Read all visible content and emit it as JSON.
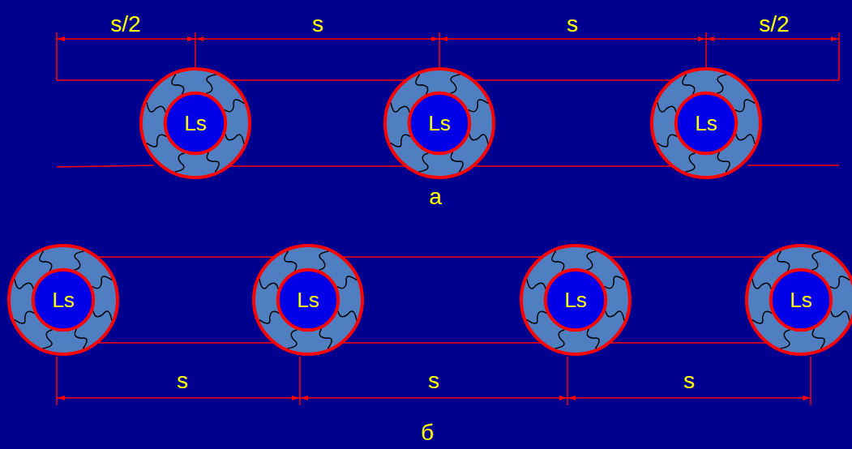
{
  "diagram": {
    "nodes": [
      {
        "text": [
          "Ls"
        ]
      },
      {
        "text": [
          "Ls"
        ]
      },
      {
        "text": [
          "Ls"
        ]
      },
      {
        "text": [
          "Ls"
        ]
      },
      {
        "text": [
          "Ls"
        ]
      },
      {
        "text": [
          "Ls"
        ]
      },
      {
        "text": [
          "Ls"
        ]
      }
    ],
    "edges": [
      {
        "from": 0,
        "to": 1,
        "arrow": "none"
      },
      {
        "from": 0,
        "to": 1,
        "arrow": "none"
      },
      {
        "from": 1,
        "to": 2,
        "arrow": "none"
      },
      {
        "from": 1,
        "to": 2,
        "arrow": "none"
      },
      {
        "from": 3,
        "to": 4,
        "arrow": "none"
      },
      {
        "from": 3,
        "to": 4,
        "arrow": "none"
      },
      {
        "from": 4,
        "to": 5,
        "arrow": "none"
      },
      {
        "from": 4,
        "to": 5,
        "arrow": "none"
      },
      {
        "from": 5,
        "to": 6,
        "arrow": "none"
      },
      {
        "from": 5,
        "to": 6,
        "arrow": "none"
      }
    ],
    "labels": [
      "s/2",
      "s",
      "s",
      "s/2",
      "а",
      "s",
      "s",
      "s",
      "б"
    ]
  }
}
